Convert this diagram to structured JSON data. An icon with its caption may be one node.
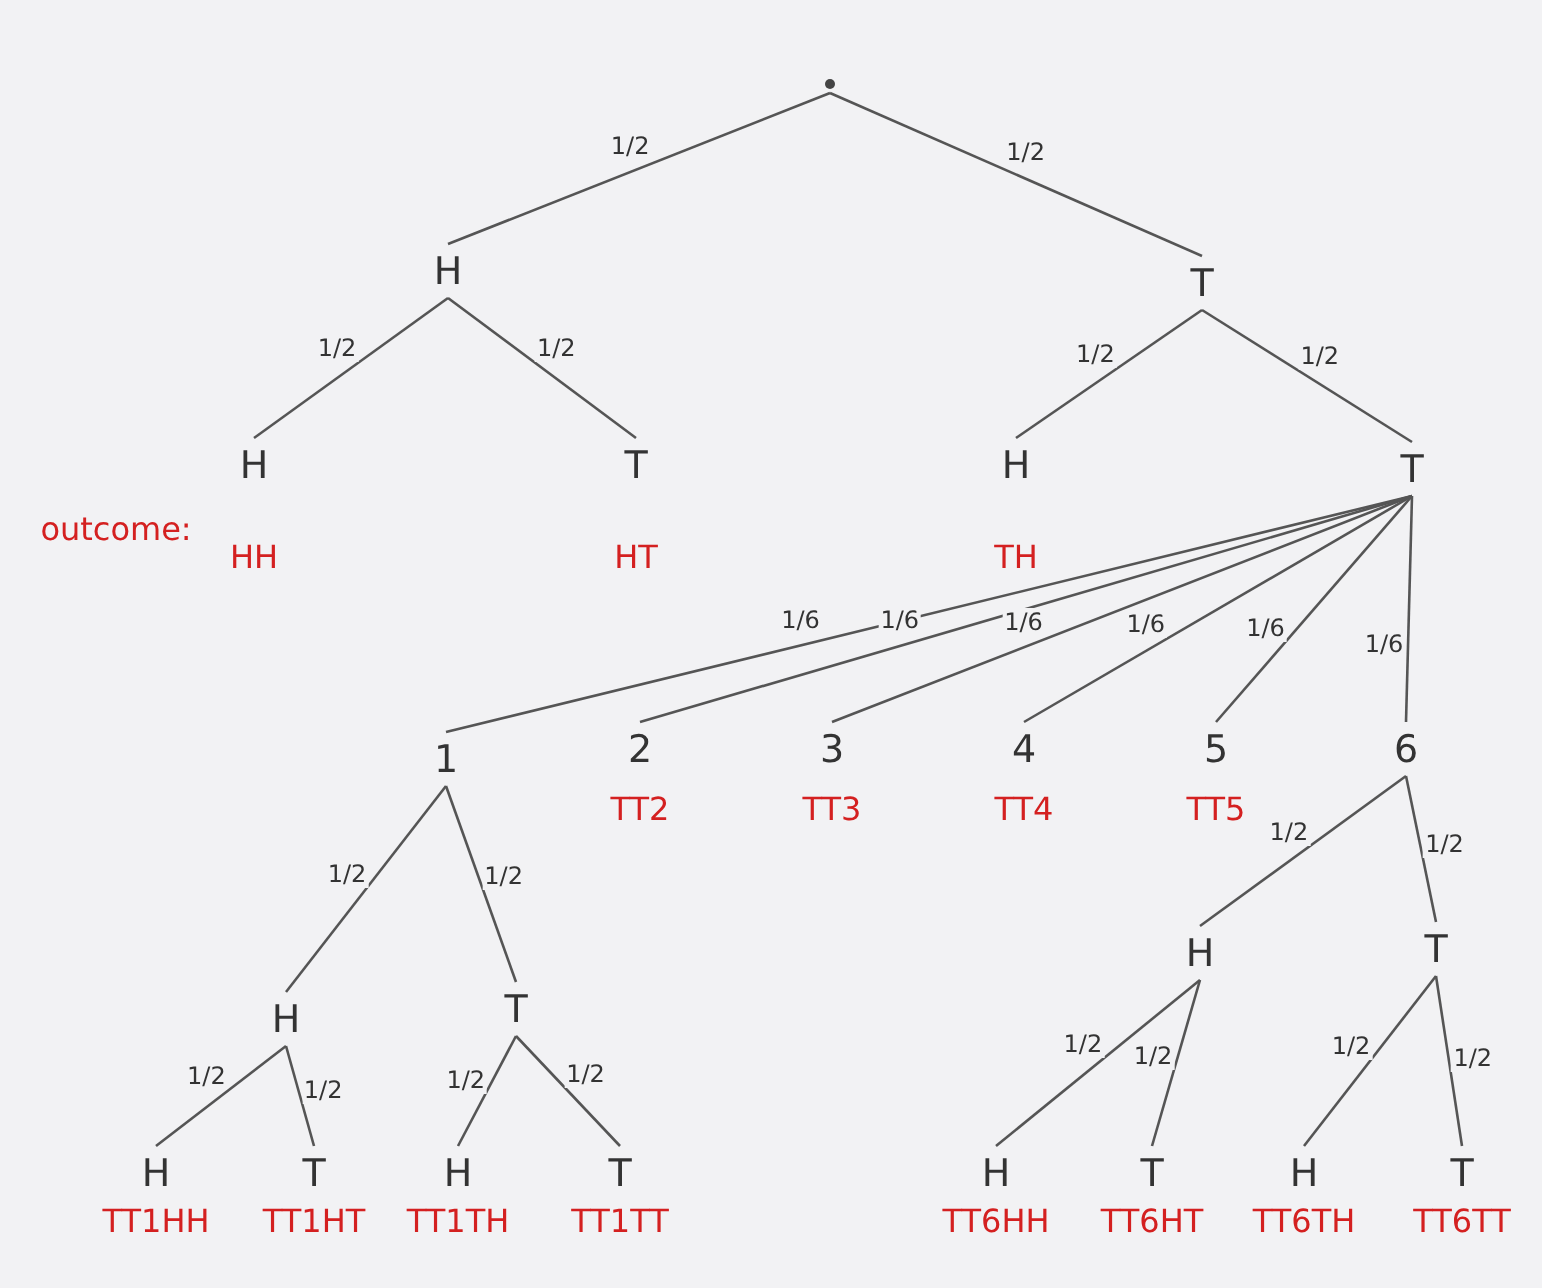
{
  "diagram": {
    "nodes": [
      {
        "text": [],
        "shape": "circle"
      },
      {
        "text": [
          "H"
        ]
      },
      {
        "text": [
          "T"
        ]
      },
      {
        "text": [
          "H"
        ],
        "beside": [
          "HH"
        ]
      },
      {
        "text": [
          "T"
        ],
        "beside": [
          "HT"
        ]
      },
      {
        "text": [
          "H"
        ],
        "beside": [
          "TH"
        ]
      },
      {
        "text": [
          "T"
        ]
      },
      {
        "text": [
          "1"
        ]
      },
      {
        "text": [
          "2"
        ],
        "beside": [
          "TT2"
        ]
      },
      {
        "text": [
          "3"
        ],
        "beside": [
          "TT3"
        ]
      },
      {
        "text": [
          "4"
        ],
        "beside": [
          "TT4"
        ]
      },
      {
        "text": [
          "5"
        ],
        "beside": [
          "TT5"
        ]
      },
      {
        "text": [
          "6"
        ]
      },
      {
        "text": [
          "H"
        ]
      },
      {
        "text": [
          "T"
        ]
      },
      {
        "text": [
          "H"
        ],
        "beside": [
          "TT1HH"
        ]
      },
      {
        "text": [
          "T"
        ],
        "beside": [
          "TT1HT"
        ]
      },
      {
        "text": [
          "H"
        ],
        "beside": [
          "TT1TH"
        ]
      },
      {
        "text": [
          "T"
        ],
        "beside": [
          "TT1TT"
        ]
      },
      {
        "text": [
          "H"
        ]
      },
      {
        "text": [
          "T"
        ]
      },
      {
        "text": [
          "H"
        ],
        "beside": [
          "TT6HH"
        ]
      },
      {
        "text": [
          "T"
        ],
        "beside": [
          "TT6HT"
        ]
      },
      {
        "text": [
          "H"
        ],
        "beside": [
          "TT6TH"
        ]
      },
      {
        "text": [
          "T"
        ],
        "beside": [
          "TT6TT"
        ]
      }
    ],
    "edges": [
      {
        "from": 0,
        "to": 1,
        "arrow": "none",
        "label": "1/2"
      },
      {
        "from": 0,
        "to": 2,
        "arrow": "none",
        "label": "1/2"
      },
      {
        "from": 1,
        "to": 3,
        "arrow": "none",
        "label": "1/2"
      },
      {
        "from": 1,
        "to": 4,
        "arrow": "none",
        "label": "1/2"
      },
      {
        "from": 2,
        "to": 5,
        "arrow": "none",
        "label": "1/2"
      },
      {
        "from": 2,
        "to": 6,
        "arrow": "none",
        "label": "1/2"
      },
      {
        "from": 6,
        "to": 7,
        "arrow": "none",
        "label": "1/6"
      },
      {
        "from": 6,
        "to": 8,
        "arrow": "none",
        "label": "1/6"
      },
      {
        "from": 6,
        "to": 9,
        "arrow": "none",
        "label": "1/6"
      },
      {
        "from": 6,
        "to": 10,
        "arrow": "none",
        "label": "1/6"
      },
      {
        "from": 6,
        "to": 11,
        "arrow": "none",
        "label": "1/6"
      },
      {
        "from": 6,
        "to": 12,
        "arrow": "none",
        "label": "1/6"
      },
      {
        "from": 7,
        "to": 13,
        "arrow": "none",
        "label": "1/2"
      },
      {
        "from": 7,
        "to": 14,
        "arrow": "none",
        "label": "1/2"
      },
      {
        "from": 13,
        "to": 15,
        "arrow": "none",
        "label": "1/2"
      },
      {
        "from": 13,
        "to": 16,
        "arrow": "none",
        "label": "1/2"
      },
      {
        "from": 14,
        "to": 17,
        "arrow": "none",
        "label": "1/2"
      },
      {
        "from": 14,
        "to": 18,
        "arrow": "none",
        "label": "1/2"
      },
      {
        "from": 12,
        "to": 19,
        "arrow": "none",
        "label": "1/2"
      },
      {
        "from": 12,
        "to": 20,
        "arrow": "none",
        "label": "1/2"
      },
      {
        "from": 19,
        "to": 21,
        "arrow": "none",
        "label": "1/2"
      },
      {
        "from": 19,
        "to": 22,
        "arrow": "none",
        "label": "1/2"
      },
      {
        "from": 20,
        "to": 23,
        "arrow": "none",
        "label": "1/2"
      },
      {
        "from": 20,
        "to": 24,
        "arrow": "none",
        "label": "1/2"
      }
    ],
    "labels": [
      "outcome:"
    ]
  }
}
